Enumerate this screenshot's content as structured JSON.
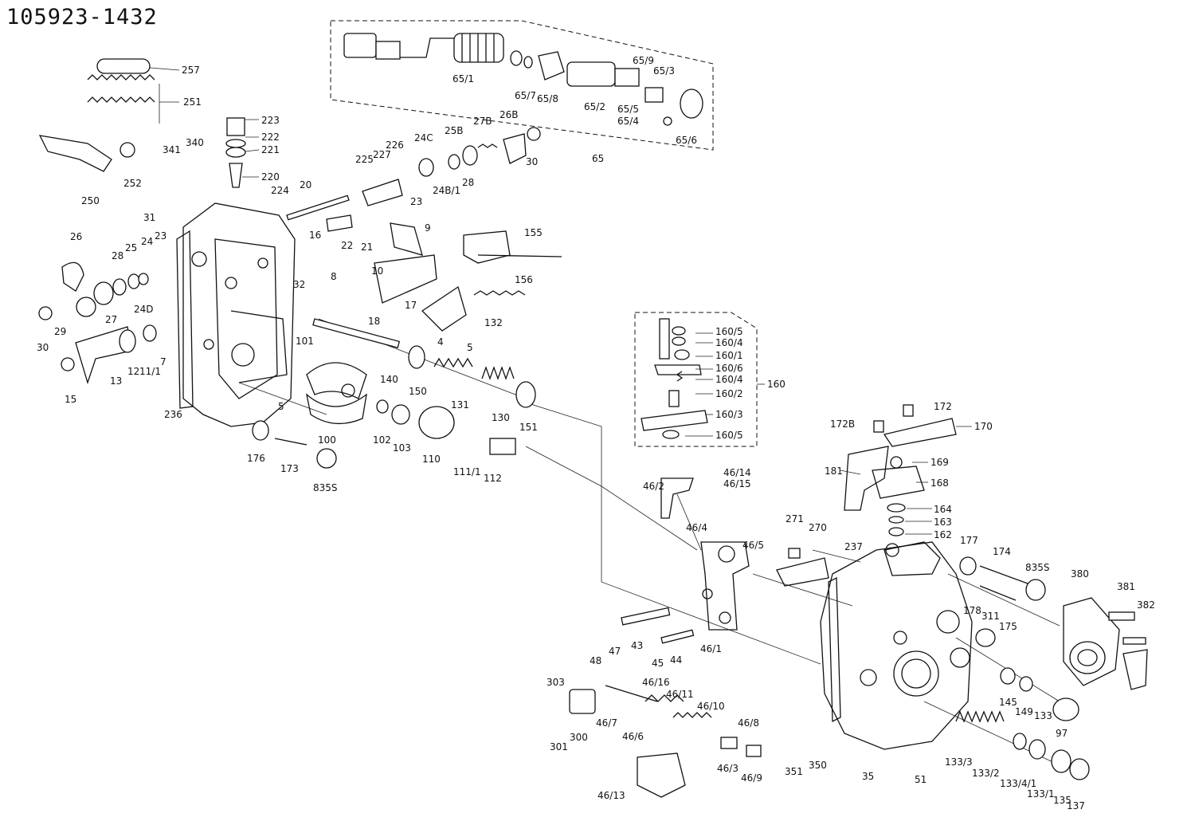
{
  "document": {
    "title": "105923-1432"
  },
  "labels": [
    {
      "text": "257"
    },
    {
      "text": "251"
    },
    {
      "text": "223"
    },
    {
      "text": "222"
    },
    {
      "text": "221"
    },
    {
      "text": "220"
    },
    {
      "text": "250"
    },
    {
      "text": "252"
    },
    {
      "text": "341"
    },
    {
      "text": "340"
    },
    {
      "text": "31"
    },
    {
      "text": "224"
    },
    {
      "text": "20"
    },
    {
      "text": "225"
    },
    {
      "text": "227"
    },
    {
      "text": "226"
    },
    {
      "text": "24C"
    },
    {
      "text": "25B"
    },
    {
      "text": "27B"
    },
    {
      "text": "26B"
    },
    {
      "text": "30"
    },
    {
      "text": "23"
    },
    {
      "text": "24B/1"
    },
    {
      "text": "28"
    },
    {
      "text": "65/1"
    },
    {
      "text": "65/7"
    },
    {
      "text": "65/8"
    },
    {
      "text": "65/2"
    },
    {
      "text": "65/9"
    },
    {
      "text": "65/3"
    },
    {
      "text": "65/5"
    },
    {
      "text": "65/4"
    },
    {
      "text": "65/6"
    },
    {
      "text": "65"
    },
    {
      "text": "26"
    },
    {
      "text": "28"
    },
    {
      "text": "25"
    },
    {
      "text": "24"
    },
    {
      "text": "23"
    },
    {
      "text": "16"
    },
    {
      "text": "22"
    },
    {
      "text": "21"
    },
    {
      "text": "9"
    },
    {
      "text": "155"
    },
    {
      "text": "156"
    },
    {
      "text": "32"
    },
    {
      "text": "8"
    },
    {
      "text": "10"
    },
    {
      "text": "17"
    },
    {
      "text": "18"
    },
    {
      "text": "132"
    },
    {
      "text": "4"
    },
    {
      "text": "5"
    },
    {
      "text": "27"
    },
    {
      "text": "24D"
    },
    {
      "text": "30"
    },
    {
      "text": "29"
    },
    {
      "text": "101"
    },
    {
      "text": "13"
    },
    {
      "text": "12"
    },
    {
      "text": "11/1"
    },
    {
      "text": "7"
    },
    {
      "text": "15"
    },
    {
      "text": "140"
    },
    {
      "text": "150"
    },
    {
      "text": "131"
    },
    {
      "text": "130"
    },
    {
      "text": "151"
    },
    {
      "text": "5"
    },
    {
      "text": "236"
    },
    {
      "text": "100"
    },
    {
      "text": "102"
    },
    {
      "text": "103"
    },
    {
      "text": "110"
    },
    {
      "text": "111/1"
    },
    {
      "text": "112"
    },
    {
      "text": "176"
    },
    {
      "text": "173"
    },
    {
      "text": "835S"
    },
    {
      "text": "160/5"
    },
    {
      "text": "160/4"
    },
    {
      "text": "160/1"
    },
    {
      "text": "160/6"
    },
    {
      "text": "160/4"
    },
    {
      "text": "160/2"
    },
    {
      "text": "160"
    },
    {
      "text": "160/3"
    },
    {
      "text": "160/5"
    },
    {
      "text": "172"
    },
    {
      "text": "172B"
    },
    {
      "text": "170"
    },
    {
      "text": "181"
    },
    {
      "text": "169"
    },
    {
      "text": "168"
    },
    {
      "text": "46/2"
    },
    {
      "text": "46/14"
    },
    {
      "text": "46/15"
    },
    {
      "text": "46/4"
    },
    {
      "text": "164"
    },
    {
      "text": "163"
    },
    {
      "text": "162"
    },
    {
      "text": "271"
    },
    {
      "text": "270"
    },
    {
      "text": "46/5"
    },
    {
      "text": "237"
    },
    {
      "text": "177"
    },
    {
      "text": "174"
    },
    {
      "text": "835S"
    },
    {
      "text": "380"
    },
    {
      "text": "381"
    },
    {
      "text": "382"
    },
    {
      "text": "178"
    },
    {
      "text": "311"
    },
    {
      "text": "175"
    },
    {
      "text": "48"
    },
    {
      "text": "47"
    },
    {
      "text": "43"
    },
    {
      "text": "45"
    },
    {
      "text": "44"
    },
    {
      "text": "46/1"
    },
    {
      "text": "303"
    },
    {
      "text": "46/16"
    },
    {
      "text": "46/11"
    },
    {
      "text": "46/10"
    },
    {
      "text": "46/7"
    },
    {
      "text": "301"
    },
    {
      "text": "300"
    },
    {
      "text": "46/6"
    },
    {
      "text": "46/8"
    },
    {
      "text": "46/3"
    },
    {
      "text": "46/9"
    },
    {
      "text": "46/13"
    },
    {
      "text": "145"
    },
    {
      "text": "149"
    },
    {
      "text": "97"
    },
    {
      "text": "133"
    },
    {
      "text": "351"
    },
    {
      "text": "350"
    },
    {
      "text": "35"
    },
    {
      "text": "51"
    },
    {
      "text": "133/3"
    },
    {
      "text": "133/2"
    },
    {
      "text": "133/4/1"
    },
    {
      "text": "133/1"
    },
    {
      "text": "135"
    },
    {
      "text": "137"
    }
  ]
}
